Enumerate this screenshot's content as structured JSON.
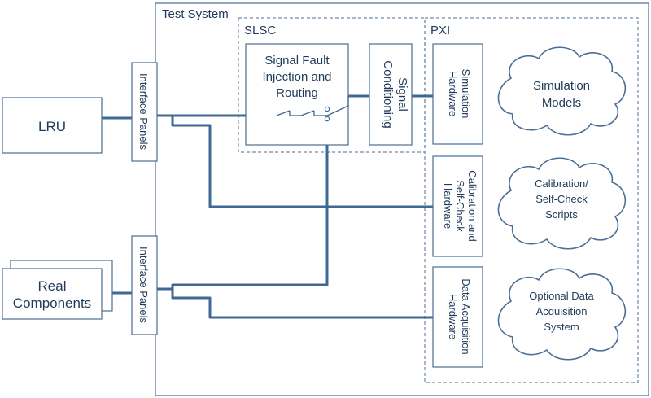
{
  "test_system": {
    "title": "Test System"
  },
  "slsc": {
    "title": "SLSC",
    "fault_block": {
      "line1": "Signal Fault",
      "line2": "Injection and",
      "line3": "Routing"
    },
    "conditioning": {
      "line1": "Signal",
      "line2": "Conditioning"
    }
  },
  "pxi": {
    "title": "PXI",
    "simulation_hw": {
      "line1": "Simulation",
      "line2": "Hardware"
    },
    "calibration_hw": {
      "line1": "Calibration and",
      "line2": "Self-Check",
      "line3": "Hardware"
    },
    "daq_hw": {
      "line1": "Data Acquisition",
      "line2": "Hardware"
    }
  },
  "interface_panels_top": {
    "label": "Interface Panels"
  },
  "interface_panels_bottom": {
    "label": "Interface Panels"
  },
  "lru": {
    "label": "LRU"
  },
  "real_components": {
    "line1": "Real",
    "line2": "Components"
  },
  "clouds": {
    "simulation": {
      "line1": "Simulation",
      "line2": "Models"
    },
    "calibration": {
      "line1": "Calibration/",
      "line2": "Self-Check",
      "line3": "Scripts"
    },
    "daq": {
      "line1": "Optional Data",
      "line2": "Acquisition",
      "line3": "System"
    }
  }
}
